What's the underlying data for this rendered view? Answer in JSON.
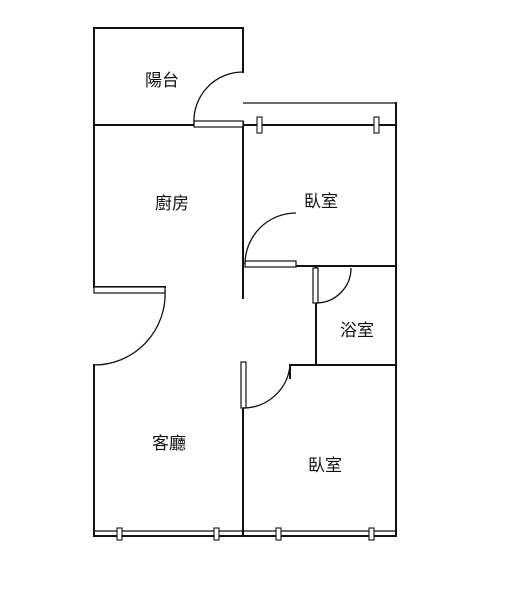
{
  "plan": {
    "rooms": {
      "balcony": "陽台",
      "kitchen": "廚房",
      "bedroom_top": "臥室",
      "bathroom": "浴室",
      "living_room": "客廳",
      "bedroom_bottom": "臥室"
    }
  }
}
